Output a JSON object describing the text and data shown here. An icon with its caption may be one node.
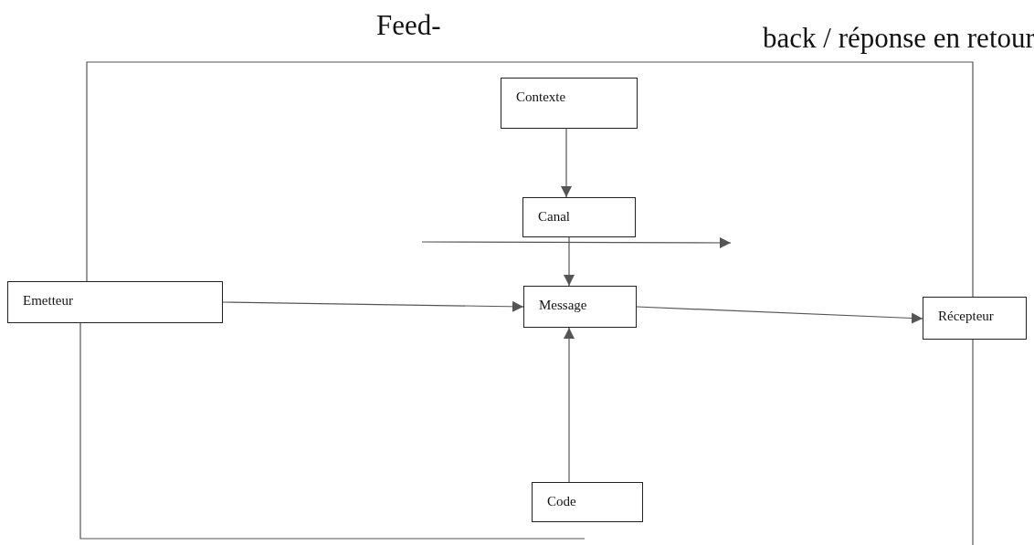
{
  "diagram": {
    "nodes": [
      {
        "text": [
          "Contexte"
        ]
      },
      {
        "text": [
          "Canal"
        ]
      },
      {
        "text": [
          "Emetteur"
        ]
      },
      {
        "text": [
          "Message"
        ]
      },
      {
        "text": [
          "Récepteur"
        ]
      },
      {
        "text": [
          "Code"
        ]
      }
    ],
    "edges": [
      {
        "from": 0,
        "to": 1,
        "arrow": "to"
      },
      {
        "from": 1,
        "to": 3,
        "arrow": "to"
      },
      {
        "from": 2,
        "to": 3,
        "arrow": "to"
      },
      {
        "from": 3,
        "to": 4,
        "arrow": "to"
      },
      {
        "from": 5,
        "to": 3,
        "arrow": "to"
      },
      {
        "from": 4,
        "to": 2,
        "arrow": "none"
      },
      {
        "from": 2,
        "to": null,
        "arrow": "none"
      },
      {
        "from": 4,
        "to": null,
        "arrow": "none"
      }
    ],
    "labels": [
      "Feed-",
      "back / réponse en retour"
    ]
  }
}
